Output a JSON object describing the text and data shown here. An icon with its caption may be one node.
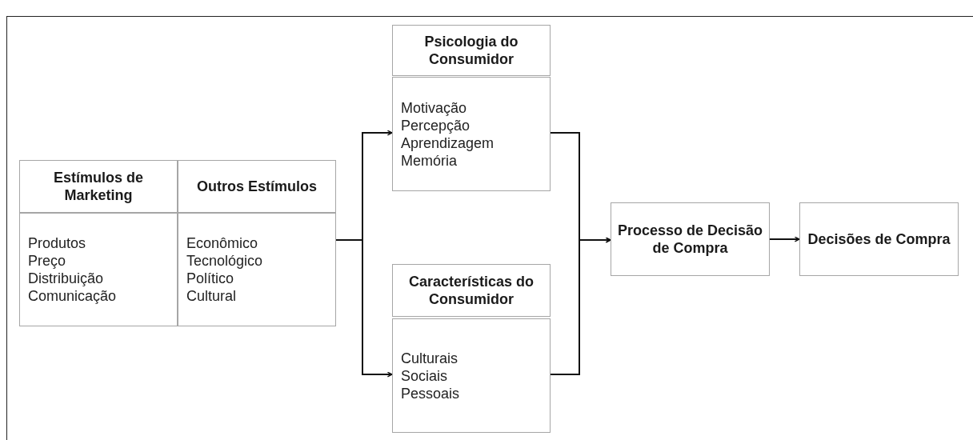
{
  "diagram": {
    "nodes": [
      {
        "text": [
          "Estímulos de Marketing"
        ]
      },
      {
        "text": [
          "Produtos",
          "Preço",
          "Distribuição",
          "Comunicação"
        ]
      },
      {
        "text": [
          "Outros Estímulos"
        ]
      },
      {
        "text": [
          "Econômico",
          "Tecnológico",
          "Político",
          "Cultural"
        ]
      },
      {
        "text": [
          "Psicologia do Consumidor"
        ]
      },
      {
        "text": [
          "Motivação",
          "Percepção",
          "Aprendizagem",
          "Memória"
        ]
      },
      {
        "text": [
          "Características do Consumidor"
        ]
      },
      {
        "text": [
          "Culturais",
          "Sociais",
          "Pessoais"
        ]
      },
      {
        "text": [
          "Processo de Decisão de Compra"
        ]
      },
      {
        "text": [
          "Decisões de Compra"
        ]
      }
    ],
    "edges": [
      {
        "from": 3,
        "to": 5,
        "arrow": "to"
      },
      {
        "from": 3,
        "to": 7,
        "arrow": "to"
      },
      {
        "from": 5,
        "to": 8,
        "arrow": "to"
      },
      {
        "from": 7,
        "to": 8,
        "arrow": "to"
      },
      {
        "from": 8,
        "to": 9,
        "arrow": "to"
      }
    ]
  }
}
